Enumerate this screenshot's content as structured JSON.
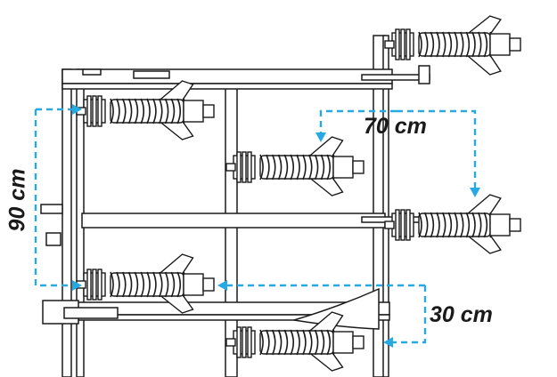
{
  "dimensions": {
    "horizontal_spacing": "70 cm",
    "vertical_spacing": "90 cm",
    "offset": "30 cm"
  },
  "colors": {
    "line": "#1a1a1a",
    "arrow": "#27a9e1",
    "background": "#ffffff"
  }
}
